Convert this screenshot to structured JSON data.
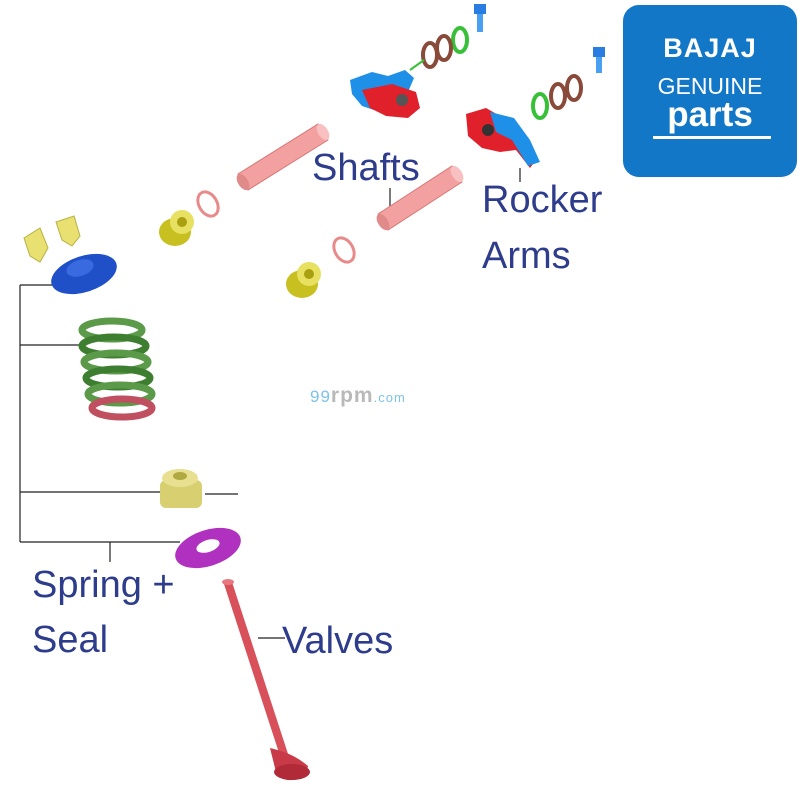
{
  "labels": {
    "shafts": "Shafts",
    "rocker_line1": "Rocker",
    "rocker_line2": "Arms",
    "spring_line1": "Spring +",
    "spring_line2": "Seal",
    "valves": "Valves"
  },
  "logo": {
    "brand": "BAJAJ",
    "line2": "GENUINE",
    "line3": "parts",
    "background_color": "#1377c8"
  },
  "watermark": {
    "part1": "99",
    "part2": "rpm",
    "part3": ".com"
  },
  "colors": {
    "label_text": "#2e3c8c",
    "shaft": "#f2a0a0",
    "rocker_blue": "#1e90e8",
    "rocker_red": "#e0202a",
    "spring_green": "#4a8a3a",
    "retainer_blue": "#2050c8",
    "keeper_yellow": "#e8e070",
    "seal_purple": "#b030c0",
    "valve_red": "#d8505a"
  }
}
